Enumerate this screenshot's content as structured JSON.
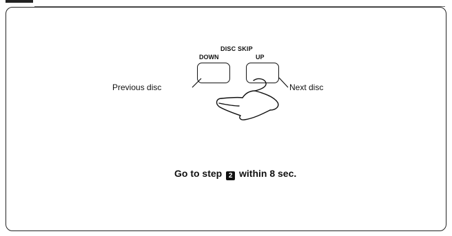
{
  "controls": {
    "group_label": "DISC SKIP",
    "down_label": "DOWN",
    "up_label": "UP"
  },
  "callouts": {
    "previous": "Previous disc",
    "next": "Next disc"
  },
  "instruction": {
    "prefix": "Go to step",
    "step_number": "2",
    "suffix": "within 8 sec."
  },
  "icons": {
    "hand": "pressing-hand-icon"
  }
}
